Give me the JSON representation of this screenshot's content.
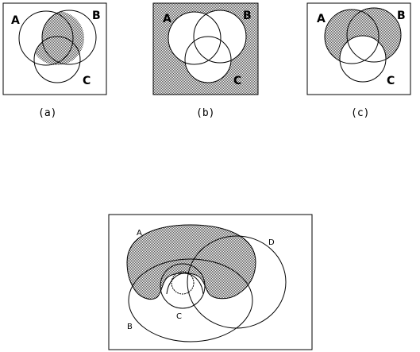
{
  "panels": [
    {
      "caption": "(a)",
      "set_labels": {
        "a": "A",
        "b": "B",
        "c": "C"
      },
      "shaded_region": "A ∩ (B ∪ C)"
    },
    {
      "caption": "(b)",
      "set_labels": {
        "a": "A",
        "b": "B",
        "c": "C"
      },
      "shaded_region": "complement of (A ∪ B ∪ C)"
    },
    {
      "caption": "(c)",
      "set_labels": {
        "a": "A",
        "b": "B",
        "c": "C"
      },
      "shaded_region": "(A ∪ B) − C"
    }
  ],
  "bottom_diagram": {
    "set_labels": {
      "a": "A",
      "b": "B",
      "c": "C",
      "d": "D"
    },
    "shaded_region": "A − (B ∩ C)"
  },
  "colors": {
    "shade_dark": "#555555",
    "shade_light": "#ffffff",
    "stroke": "#000000",
    "background": "#ffffff"
  }
}
